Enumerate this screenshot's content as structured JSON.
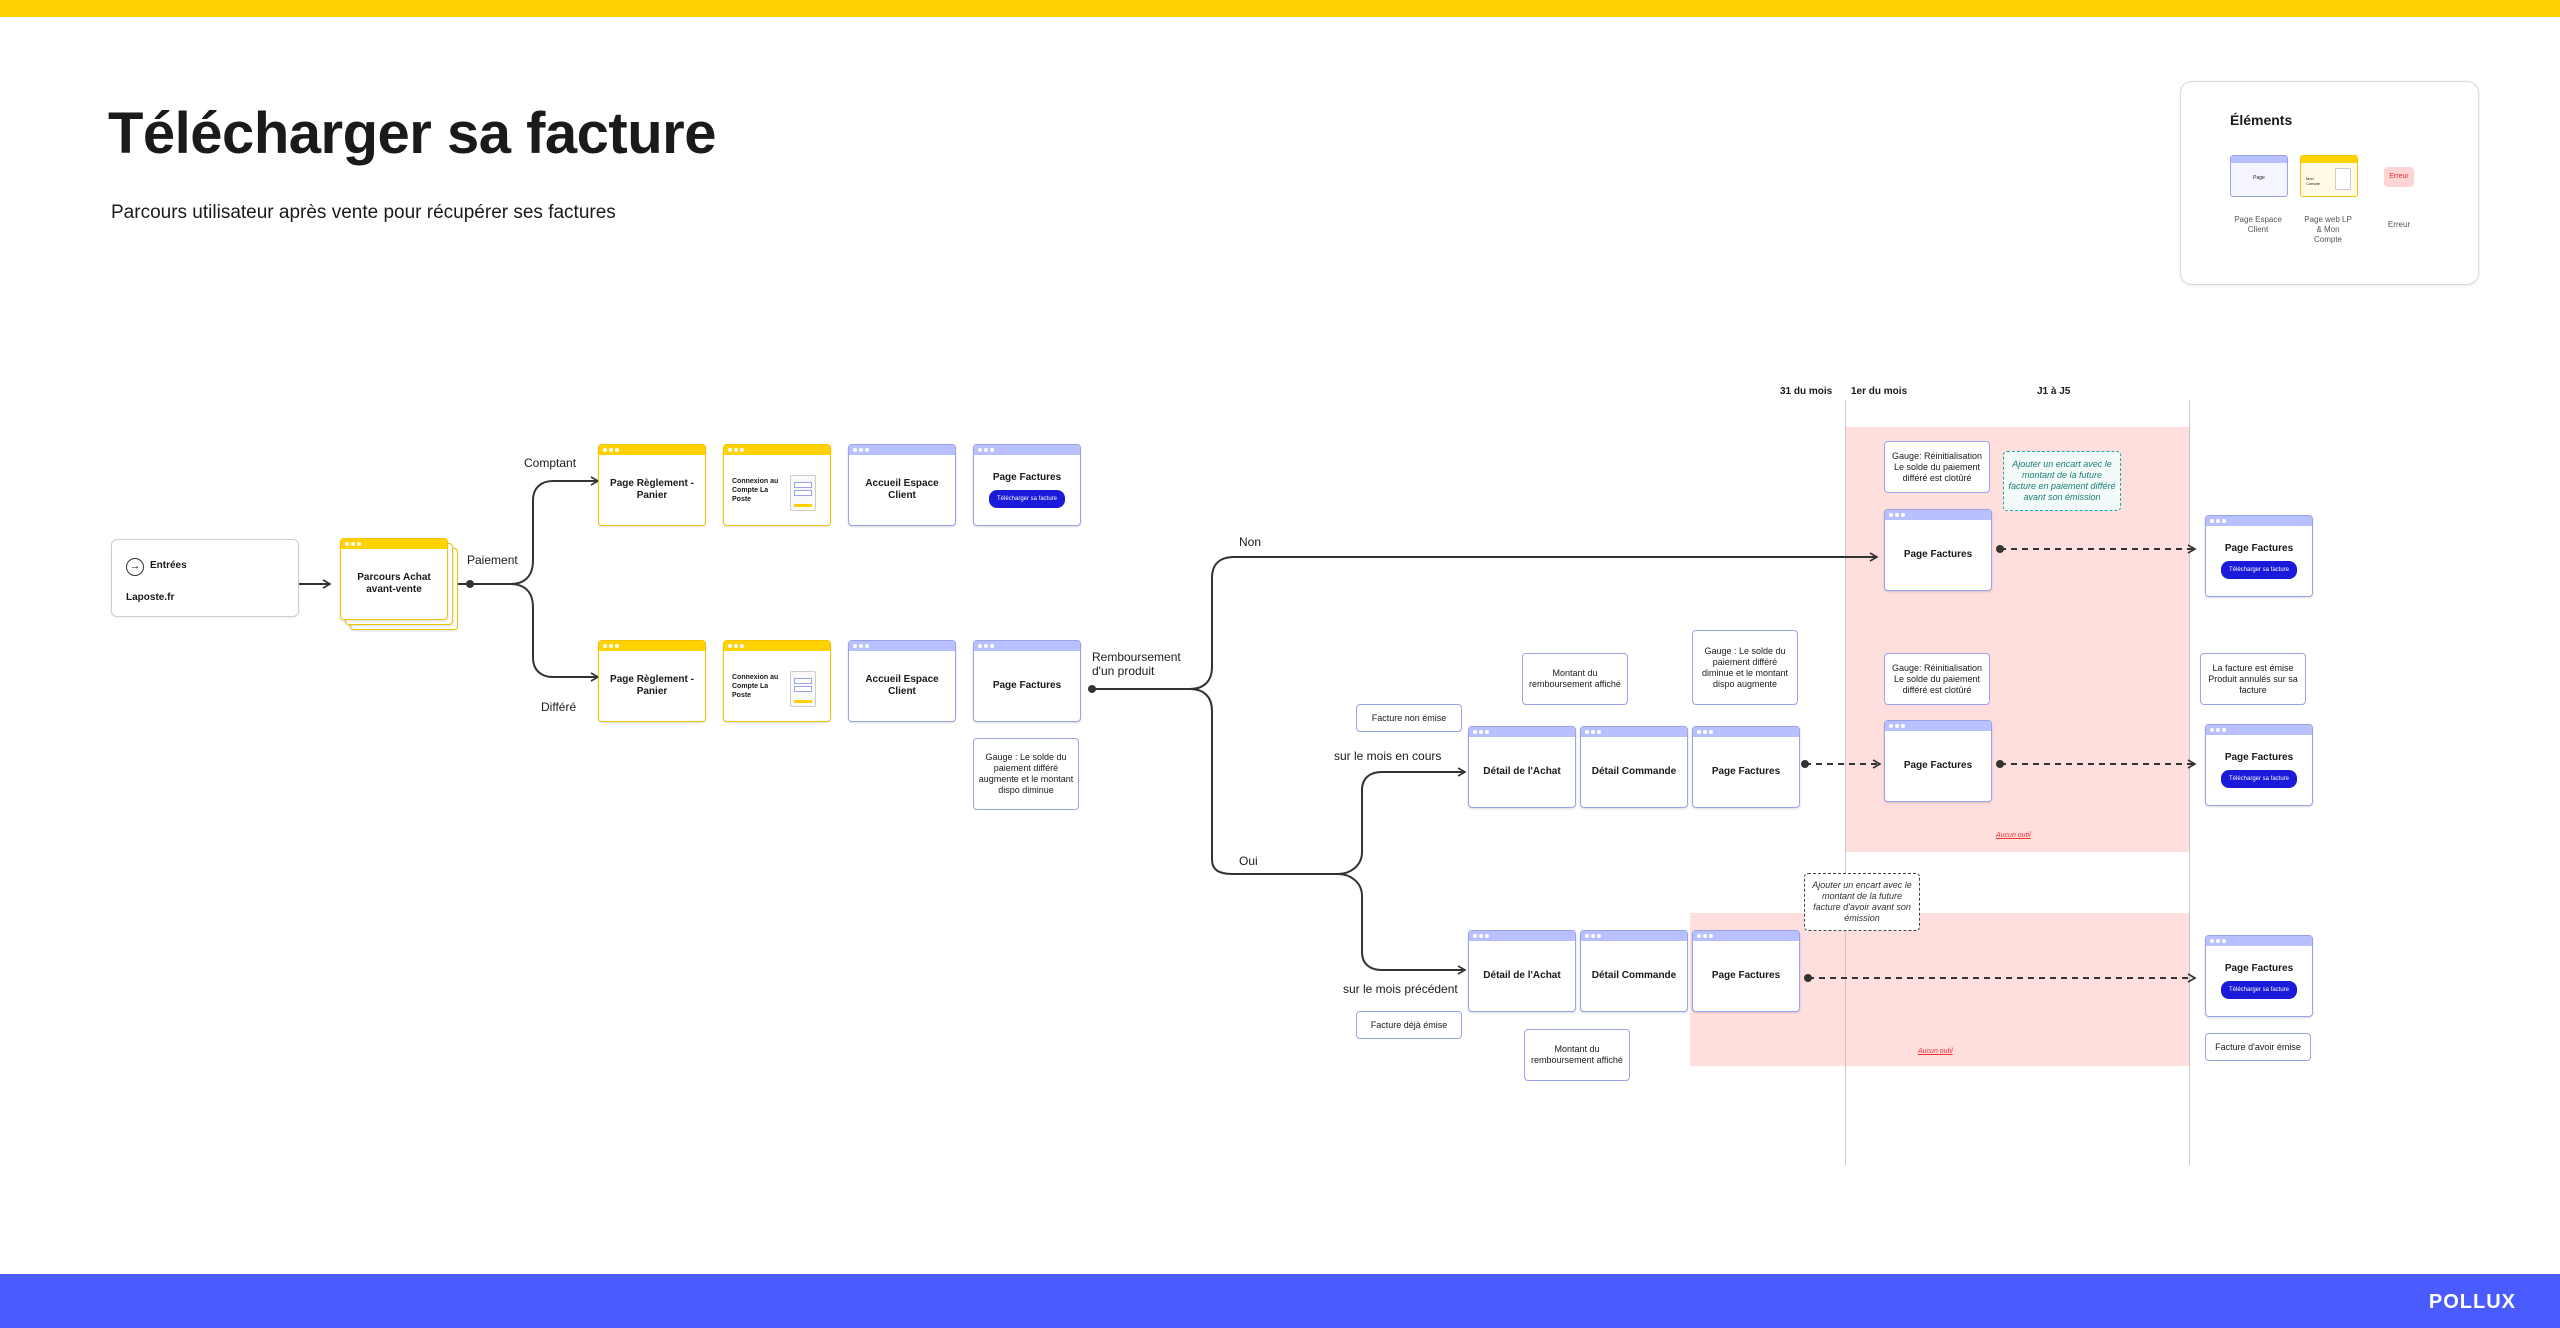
{
  "brand": "POLLUX",
  "title": "Télécharger sa facture",
  "subtitle": "Parcours utilisateur après vente pour récupérer ses factures",
  "legend": {
    "title": "Éléments",
    "items": [
      "Page Espace Client",
      "Page web LP & Mon Compte",
      "Erreur"
    ],
    "thumb_page": "Page",
    "thumb_web": "Mon Compte",
    "error_tag": "Erreur"
  },
  "timeline": {
    "d31": "31 du mois",
    "d1": "1er du mois",
    "j15": "J1 à J5"
  },
  "entries": {
    "label": "Entrées",
    "site": "Laposte.fr"
  },
  "achat": "Parcours Achat avant-vente",
  "branch_labels": {
    "paiement": "Paiement",
    "comptant": "Comptant",
    "differe": "Différé",
    "remboursement": "Remboursement d'un produit",
    "non": "Non",
    "oui": "Oui",
    "mois_en_cours": "sur le mois en cours",
    "mois_precedent": "sur le mois précédent"
  },
  "pages": {
    "reglement": "Page Règlement - Panier",
    "connexion": "Connexion au Compte La Poste",
    "accueil": "Accueil Espace Client",
    "factures": "Page Factures",
    "detail_achat": "Détail de l'Achat",
    "detail_commande": "Détail Commande",
    "download": "Télécharger sa facture"
  },
  "notes": {
    "gauge_differe": "Gauge : Le solde du paiement différé augmente et le montant dispo diminue",
    "montant_rembourse": "Montant du remboursement affiché",
    "gauge_inverse": "Gauge : Le solde du paiement différé diminue et le montant dispo augmente",
    "reinit": "Gauge: Réinitialisation Le solde du paiement différé est clotûré",
    "encart_future": "Ajouter un encart avec le montant de la future facture en paiement différé avant son émission",
    "facture_non_emise": "Facture non émise",
    "facture_emise_annule": "La facture est émise Produit annulés sur sa facture",
    "encart_avoir": "Ajouter un encart avec le montant de la future facture d'avoir avant son émission",
    "facture_deja_emise": "Facture déjà émise",
    "facture_avoir": "Facture d'avoir émise",
    "aucun_outil": "Aucun outil"
  },
  "colors": {
    "yellow": "#ffd200",
    "blue": "#4a5cff",
    "zone": "#ffdede",
    "card_header": "#b8c0ff",
    "button": "#1a1adb"
  }
}
